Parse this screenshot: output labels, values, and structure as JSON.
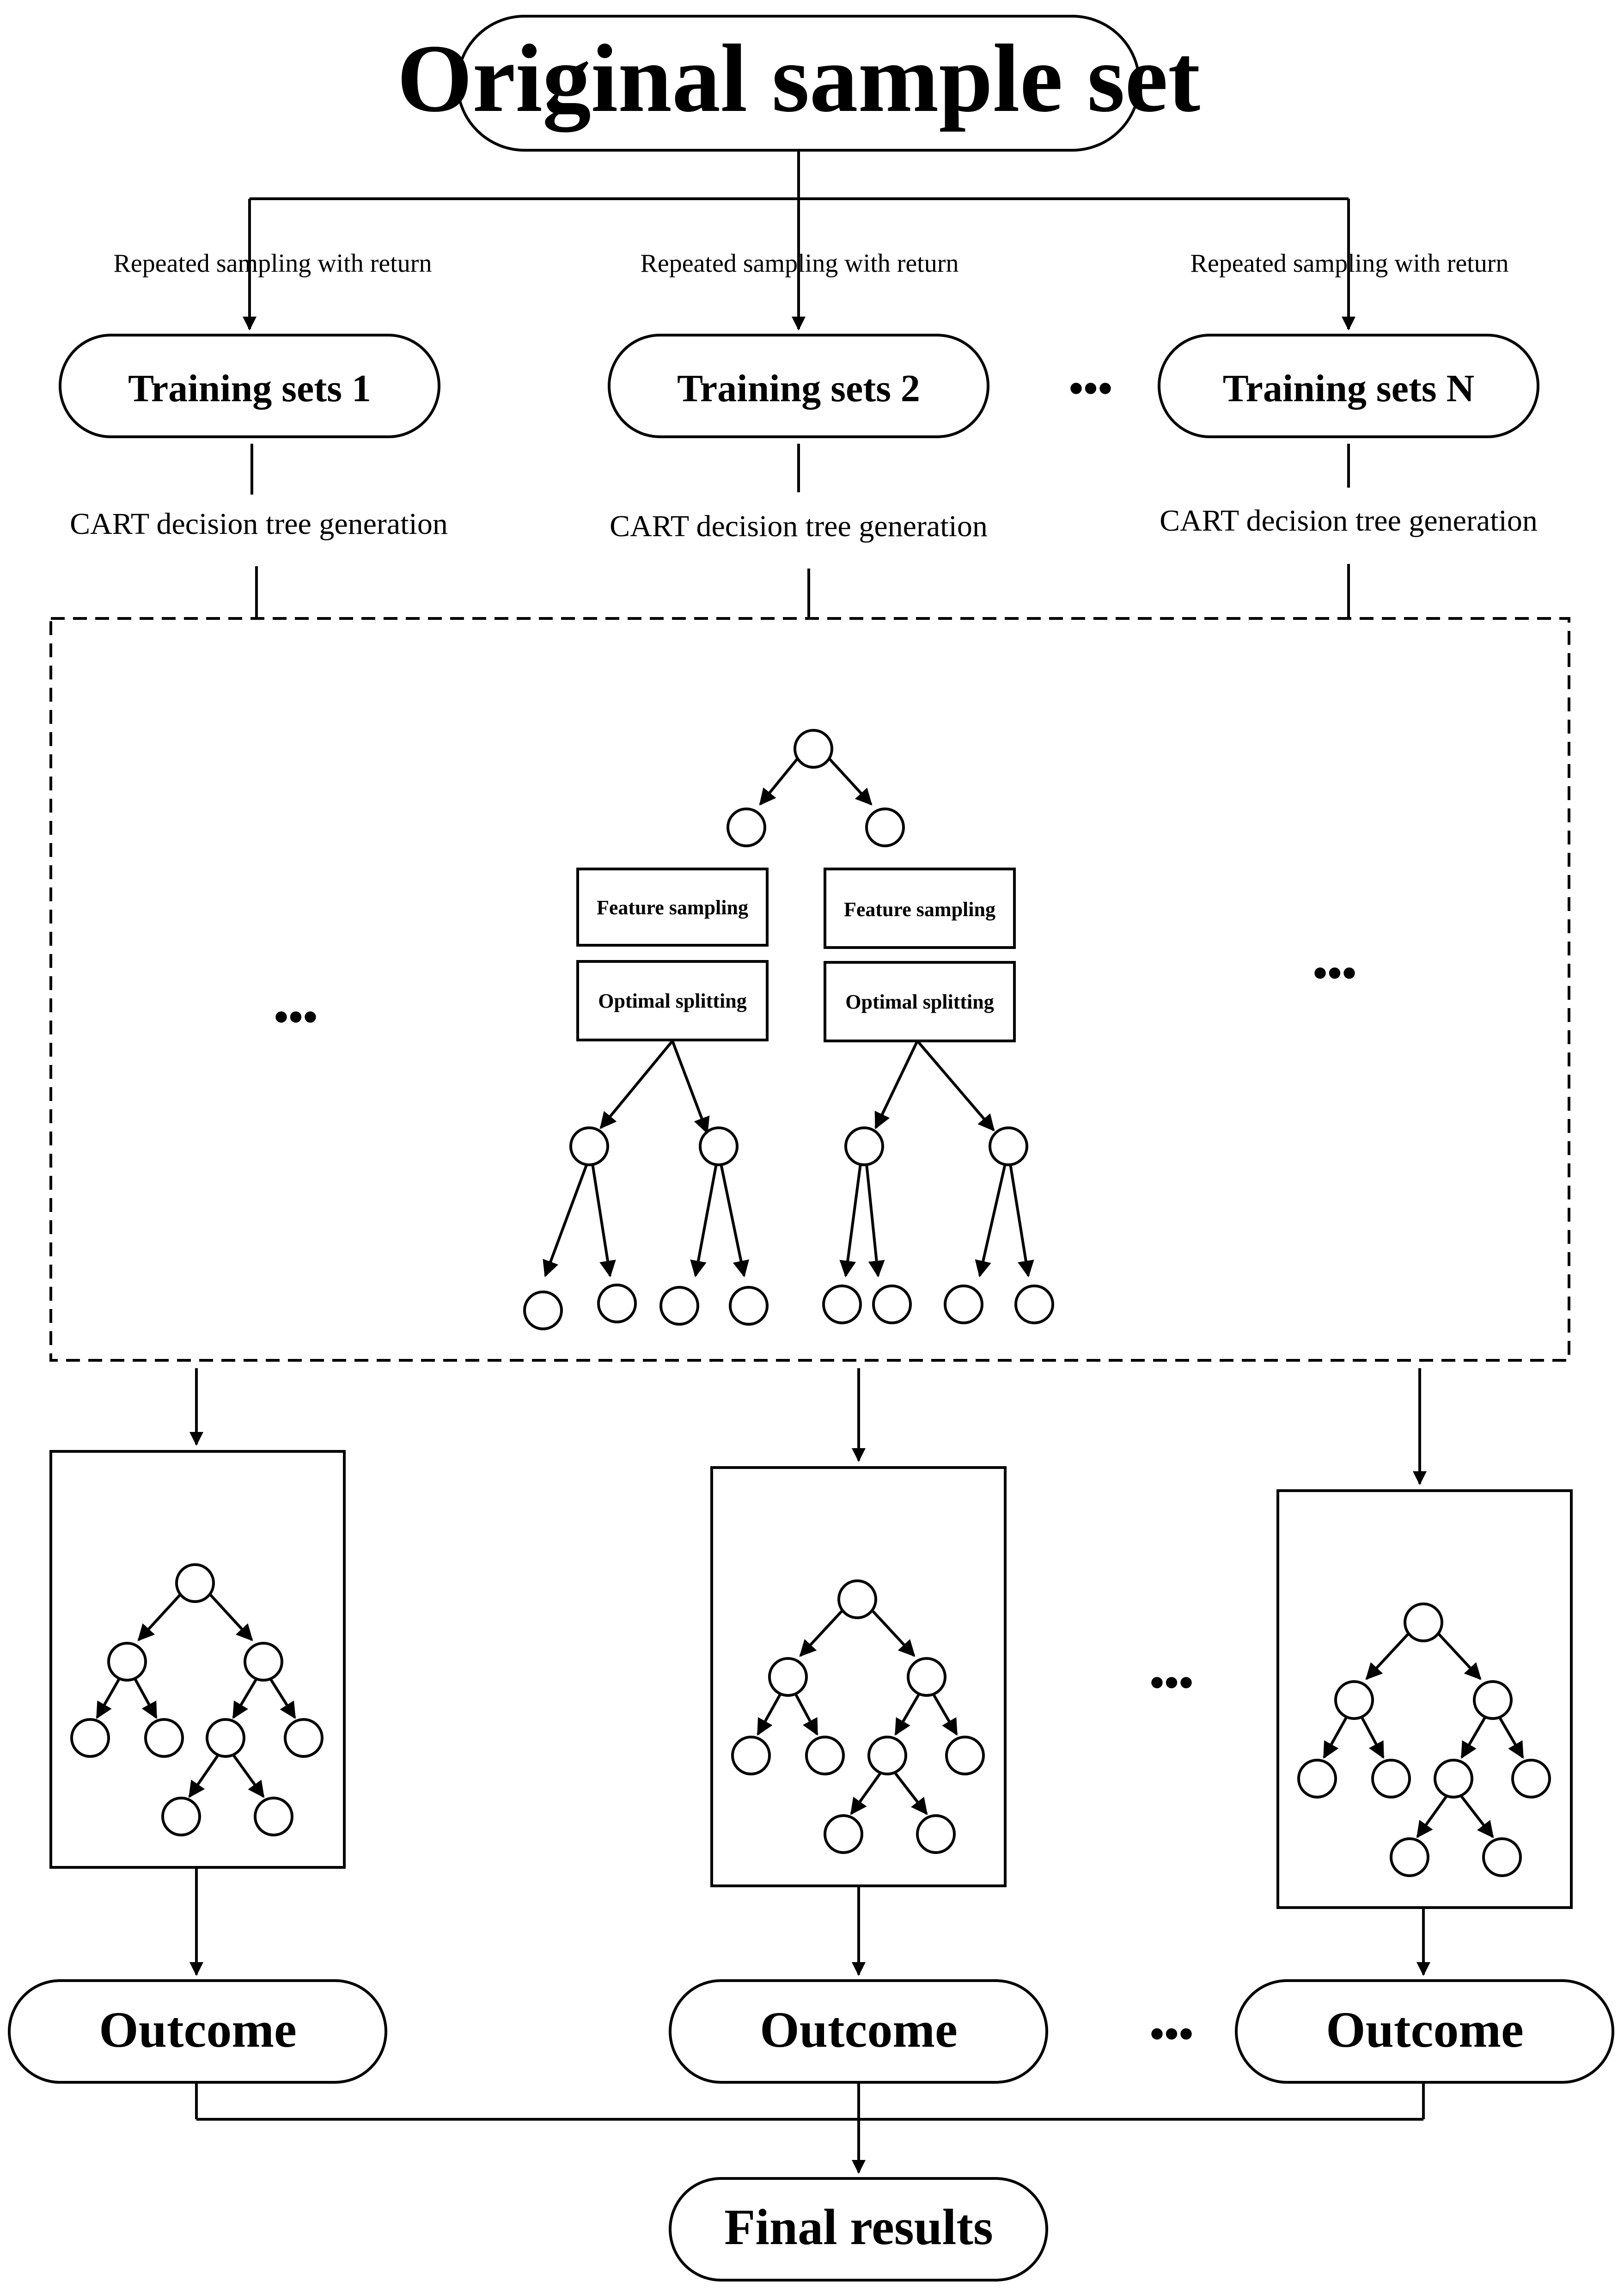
{
  "root": {
    "label": "Original sample set"
  },
  "sampling": {
    "label": "Repeated sampling with return"
  },
  "training_sets": [
    {
      "label": "Training sets 1"
    },
    {
      "label": "Training sets 2"
    },
    {
      "label": "Training sets N"
    }
  ],
  "cart": {
    "label": "CART decision tree generation"
  },
  "process": {
    "feature_sampling": "Feature sampling",
    "optimal_splitting": "Optimal splitting"
  },
  "ellipsis": "•••",
  "outcome": {
    "label": "Outcome"
  },
  "final": {
    "label": "Final results"
  },
  "colors": {
    "stroke": "#000000",
    "background": "#ffffff",
    "text": "#000000"
  }
}
